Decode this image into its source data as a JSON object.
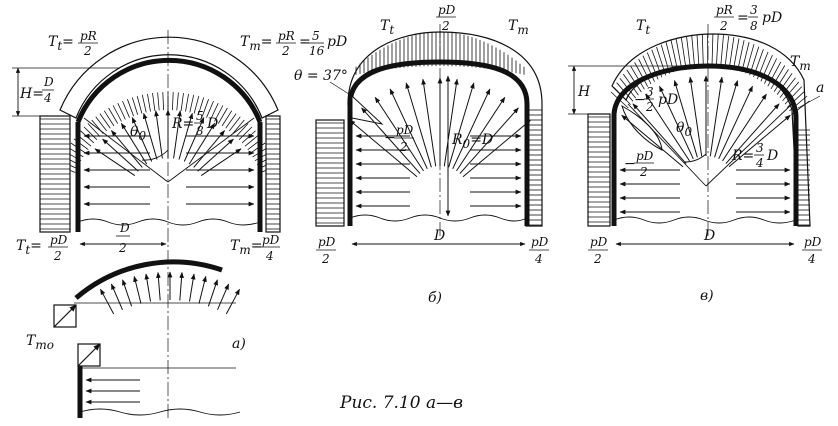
{
  "figure": {
    "caption": "Рис. 7.10 а—в",
    "panels": [
      {
        "id": "a",
        "panel_label": "а)",
        "labels": {
          "Tt_top": "T",
          "Tt_top_sub": "t",
          "Tt_top_eq": "=",
          "Tt_top_num": "pR",
          "Tt_top_den": "2",
          "Tm_top": "T",
          "Tm_top_sub": "m",
          "Tm_eq1": "=",
          "Tm_num1": "pR",
          "Tm_den1": "2",
          "Tm_eq2": "=",
          "Tm_num2": "5",
          "Tm_den2": "16",
          "Tm_tail": "pD",
          "H_lhs": "H=",
          "H_num": "D",
          "H_den": "4",
          "theta": "θ",
          "theta_sub": "0",
          "R_lhs": "R=",
          "R_num": "5",
          "R_den": "8",
          "R_tail": "D",
          "width_num": "D",
          "width_den": "2",
          "Tt_bot": "T",
          "Tt_bot_sub": "t",
          "Tt_bot_eq": "=",
          "Tt_bot_num": "pD",
          "Tt_bot_den": "2",
          "Tm_bot": "T",
          "Tm_bot_sub": "m",
          "Tm_bot_eq": "=",
          "Tm_bot_num": "pD",
          "Tm_bot_den": "4",
          "Tmo": "T",
          "Tmo_sub": "mo"
        }
      },
      {
        "id": "b",
        "panel_label": "б)",
        "labels": {
          "Tt": "T",
          "Tt_sub": "t",
          "top_num": "pD",
          "top_den": "2",
          "Tm": "T",
          "Tm_sub": "m",
          "theta": "θ = 37°",
          "side_sign": "−",
          "side_num": "pD",
          "side_den": "2",
          "R0": "R",
          "R0_sub": "0",
          "R0_tail": "=D",
          "width": "D",
          "left_num": "pD",
          "left_den": "2",
          "right_num": "pD",
          "right_den": "4"
        }
      },
      {
        "id": "c",
        "panel_label": "в)",
        "labels": {
          "Tt": "T",
          "Tt_sub": "t",
          "top_num1": "pR",
          "top_den1": "2",
          "top_eq": "=",
          "top_num2": "3",
          "top_den2": "8",
          "top_tail": "pD",
          "Tm": "T",
          "Tm_sub": "m",
          "H": "H",
          "neg1_sign": "−",
          "neg1_num": "3",
          "neg1_den": "2",
          "neg1_tail": "pD",
          "neg2_sign": "−",
          "neg2_num": "pD",
          "neg2_den": "2",
          "theta": "θ",
          "theta_sub": "0",
          "a": "a",
          "R_lhs": "R=",
          "R_num": "3",
          "R_den": "4",
          "R_tail": "D",
          "width": "D",
          "left_num": "pD",
          "left_den": "2",
          "right_num": "pD",
          "right_den": "4"
        }
      }
    ]
  }
}
